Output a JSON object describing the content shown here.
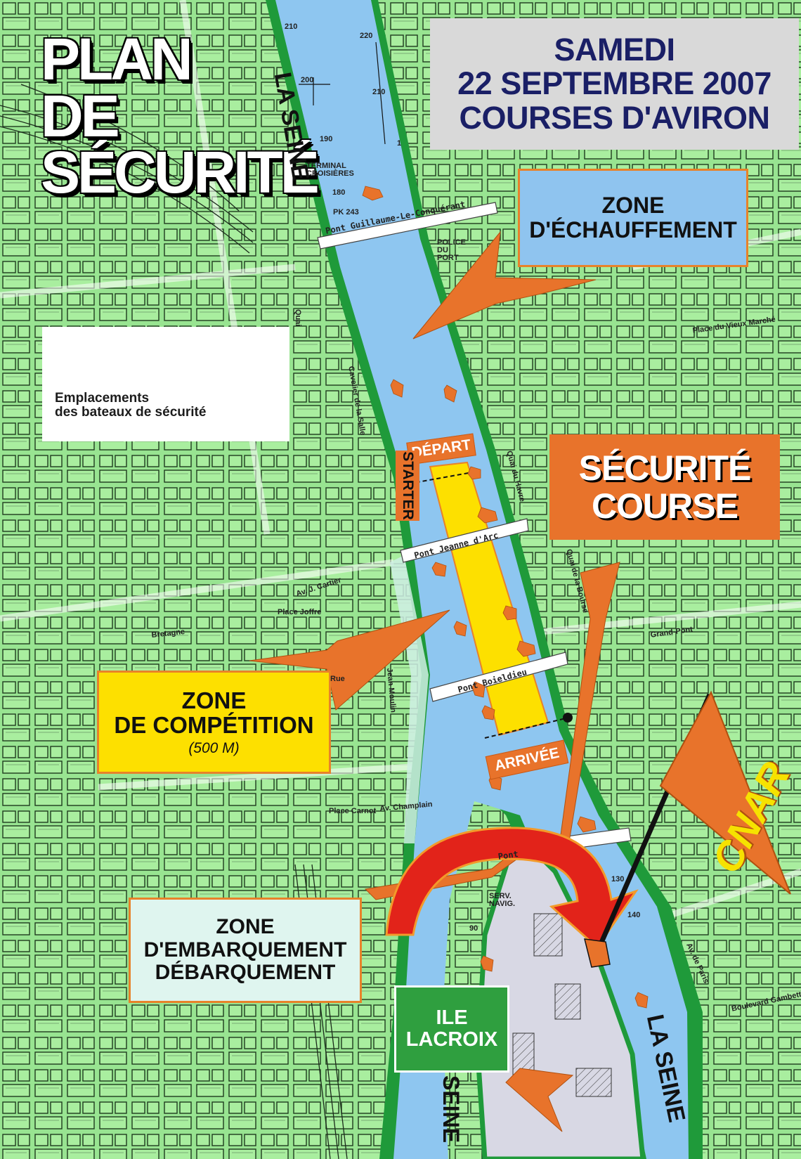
{
  "title": {
    "lines": [
      "SAMEDI",
      "22 SEPTEMBRE 2007",
      "COURSES D'AVIRON"
    ]
  },
  "plan_title": {
    "lines": [
      "PLAN",
      "DE",
      "SÉCURITÉ"
    ]
  },
  "legend": {
    "marker_color": "#e8732b",
    "lines": [
      "Emplacements",
      "des bateaux de sécurité"
    ]
  },
  "zones": {
    "warmup": [
      "ZONE",
      "D'ÉCHAUFFEMENT"
    ],
    "security": [
      "SÉCURITÉ",
      "COURSE"
    ],
    "competition": [
      "ZONE",
      "DE COMPÉTITION"
    ],
    "competition_sub": "(500 M)",
    "embark": [
      "ZONE",
      "D'EMBARQUEMENT",
      "DÉBARQUEMENT"
    ],
    "island": [
      "ILE",
      "LACROIX"
    ]
  },
  "signs": {
    "depart": "DÉPART",
    "arrivee": "ARRIVÉE",
    "starter": "STARTER"
  },
  "river": {
    "name": "LA SEINE",
    "name_lower": "LA SEINE",
    "name_lower_left": "SEINE",
    "km_labels": [
      "210",
      "220",
      "200",
      "210",
      "190",
      "180",
      "1",
      "130",
      "140",
      "90"
    ],
    "pk_label": "PK 243"
  },
  "bridges": {
    "guillaume": "Pont Guillaume-Le-Conquérant",
    "jeanne": "Pont Jeanne d'Arc",
    "boieldieu": "Pont Boieldieu",
    "corneille": "Pont"
  },
  "landmarks": {
    "terminal": [
      "TERMINAL",
      "CROISIÈRES"
    ],
    "police": [
      "POLICE",
      "DU",
      "PORT"
    ],
    "serv_navig": [
      "SERV.",
      "NAVIG."
    ]
  },
  "streets": [
    "Quai",
    "Cavelier de la Salle",
    "Rue",
    "Jean Moulin",
    "Av. J. Cartier",
    "Place Joffre",
    "Bretagne",
    "Place Carnot",
    "Av. Champlain",
    "Quai de la Bourse",
    "Grand-Pont",
    "Place du Vieux Marché",
    "Quai du Havre",
    "Av. de Paris",
    "Boulevard Gambetta"
  ],
  "logo": {
    "text": "CNAR",
    "flag_color": "#e8732b",
    "text_color": "#f6e200"
  },
  "colors": {
    "land": "#98e491",
    "water": "#8ec6f0",
    "embankment": "#1f9a3a",
    "competition_zone": "#fde000",
    "arrow_orange": "#e8732b",
    "arrow_red": "#e2231a",
    "title_text": "#1a1f66"
  }
}
